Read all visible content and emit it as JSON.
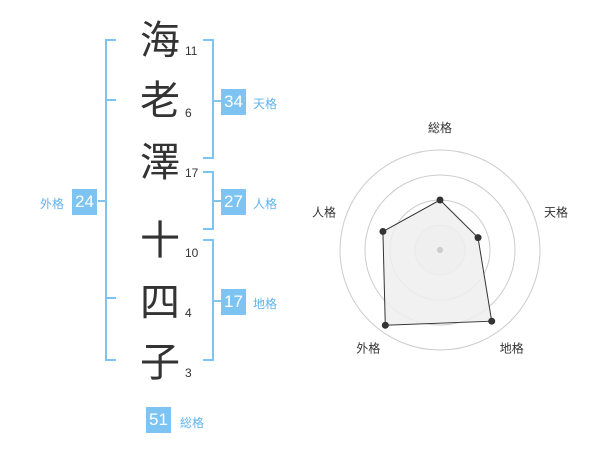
{
  "name": {
    "chars": [
      {
        "char": "海",
        "strokes": "11"
      },
      {
        "char": "老",
        "strokes": "6"
      },
      {
        "char": "澤",
        "strokes": "17"
      },
      {
        "char": "十",
        "strokes": "10"
      },
      {
        "char": "四",
        "strokes": "4"
      },
      {
        "char": "子",
        "strokes": "3"
      }
    ]
  },
  "scores": {
    "tenkaku": {
      "value": "34",
      "label": "天格"
    },
    "jinkaku": {
      "value": "27",
      "label": "人格"
    },
    "chikaku": {
      "value": "17",
      "label": "地格"
    },
    "gaikaku": {
      "value": "24",
      "label": "外格"
    },
    "soukaku": {
      "value": "51",
      "label": "総格"
    }
  },
  "colors": {
    "accent": "#7dc4f3",
    "accent_text": "#5fb3ee",
    "text": "#333333",
    "radar_fill": "#eeeeee",
    "radar_ring": "#cccccc"
  },
  "chart_data": {
    "type": "radar",
    "axes": [
      "総格",
      "天格",
      "地格",
      "外格",
      "人格"
    ],
    "values": [
      0.5,
      0.4,
      0.88,
      0.93,
      0.6
    ],
    "range": [
      0,
      1
    ],
    "rings": 4
  }
}
